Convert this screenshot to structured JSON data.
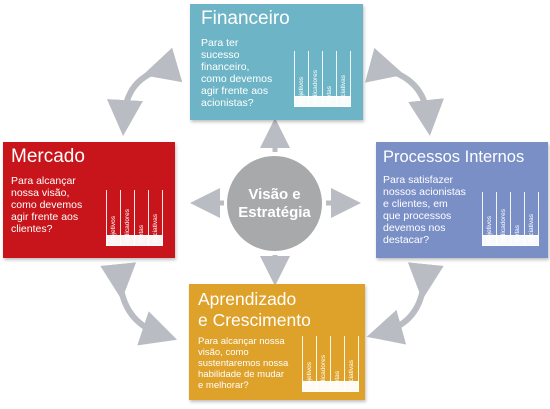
{
  "center": {
    "line1": "Visão e",
    "line2": "Estratégia"
  },
  "metrics": [
    "Objetivos",
    "Indicadores",
    "Metas",
    "Iniciativas"
  ],
  "boxes": {
    "financeiro": {
      "title": "Financeiro",
      "question": [
        "Para ter",
        "sucesso",
        "financeiro,",
        "como devemos",
        "agir frente aos",
        "acionistas?"
      ],
      "color": "#6db5c6"
    },
    "mercado": {
      "title": "Mercado",
      "question": [
        "Para alcançar",
        "nossa visão,",
        "como devemos",
        "agir frente aos",
        "clientes?"
      ],
      "color": "#c8151b"
    },
    "processos": {
      "title": "Processos Internos",
      "question": [
        "Para satisfazer",
        "nossos acionistas",
        "e clientes, em",
        "que processos",
        "devemos nos",
        "destacar?"
      ],
      "color": "#7b8fc7"
    },
    "aprendizado": {
      "title_line1": "Aprendizado",
      "title_line2": "e Crescimento",
      "question": [
        "Para alcançar nossa",
        "visão, como",
        "sustentaremos nossa",
        "habilidade de mudar",
        "e melhorar?"
      ],
      "color": "#dea12a"
    }
  },
  "arrow_color": "#b9bcc2"
}
